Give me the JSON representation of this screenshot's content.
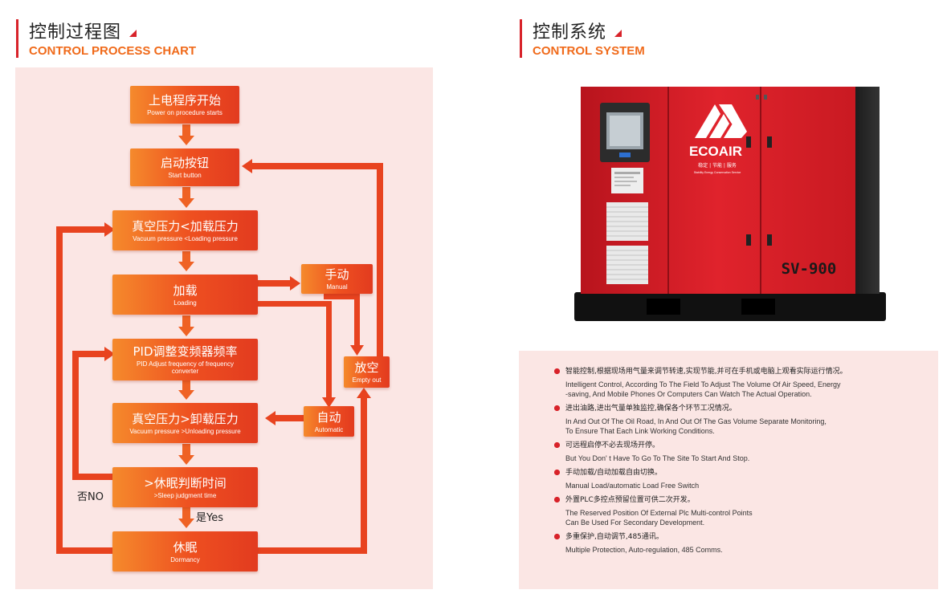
{
  "left_section": {
    "title_cn": "控制过程图",
    "title_en": "CONTROL PROCESS CHART"
  },
  "right_section": {
    "title_cn": "控制系统",
    "title_en": "CONTROL SYSTEM"
  },
  "flow": {
    "power_on": {
      "cn": "上电程序开始",
      "en": "Power on procedure starts"
    },
    "start": {
      "cn": "启动按钮",
      "en": "Start button"
    },
    "vacuum_lt": {
      "cn": "真空压力<加载压力",
      "en": "Vacuum pressure <Loading pressure"
    },
    "loading": {
      "cn": "加载",
      "en": "Loading"
    },
    "manual": {
      "cn": "手动",
      "en": "Manual"
    },
    "empty": {
      "cn": "放空",
      "en": "Empty out"
    },
    "pid": {
      "cn": "PID调整变频器频率",
      "en": "PID Adjust frequency of frequency converter"
    },
    "vacuum_gt": {
      "cn": "真空压力>卸载压力",
      "en": "Vacuum pressure >Unloading pressure"
    },
    "automatic": {
      "cn": "自动",
      "en": "Automatic"
    },
    "sleep": {
      "cn": ">休眠判断时间",
      "en": ">Sleep judgment time"
    },
    "dormancy": {
      "cn": "休眠",
      "en": "Dormancy"
    },
    "no_label": "否NO",
    "yes_label": "是Yes"
  },
  "machine": {
    "brand": "ECOAIR",
    "slogan_cn": "稳定 | 节能 | 服务",
    "slogan_en": "Stability  Energy Conservation  Service",
    "model": "SV-900"
  },
  "features": [
    {
      "cn": "智能控制,根据现场用气量来调节转速,实现节能,并可在手机或电脑上观看实际运行情况。",
      "en": "Intelligent Control, According To The Field To Adjust The Volume Of Air Speed, Energy\n-saving, And Mobile Phones Or Computers Can Watch The Actual Operation."
    },
    {
      "cn": "进出油路,进出气量单独监控,确保各个环节工况情况。",
      "en": "In And Out Of The Oil Road, In And Out Of The Gas Volume Separate Monitoring,\nTo Ensure That Each Link Working Conditions."
    },
    {
      "cn": "可远程启停不必去现场开停。",
      "en": "But You Don' t Have To Go To The Site To Start And Stop."
    },
    {
      "cn": "手动加载/自动加载自由切换。",
      "en": "Manual Load/automatic Load Free Switch"
    },
    {
      "cn": "外置PLC多控点预留位置可供二次开发。",
      "en": "The Reserved Position Of External Plc Multi-control Points\n Can Be Used For Secondary Development."
    },
    {
      "cn": "多重保护,自动调节,485通讯。",
      "en": "Multiple Protection, Auto-regulation, 485 Comms."
    }
  ],
  "colors": {
    "accent": "#d8232a",
    "orange": "#f06a1a",
    "panel_bg": "#fbe6e4"
  }
}
